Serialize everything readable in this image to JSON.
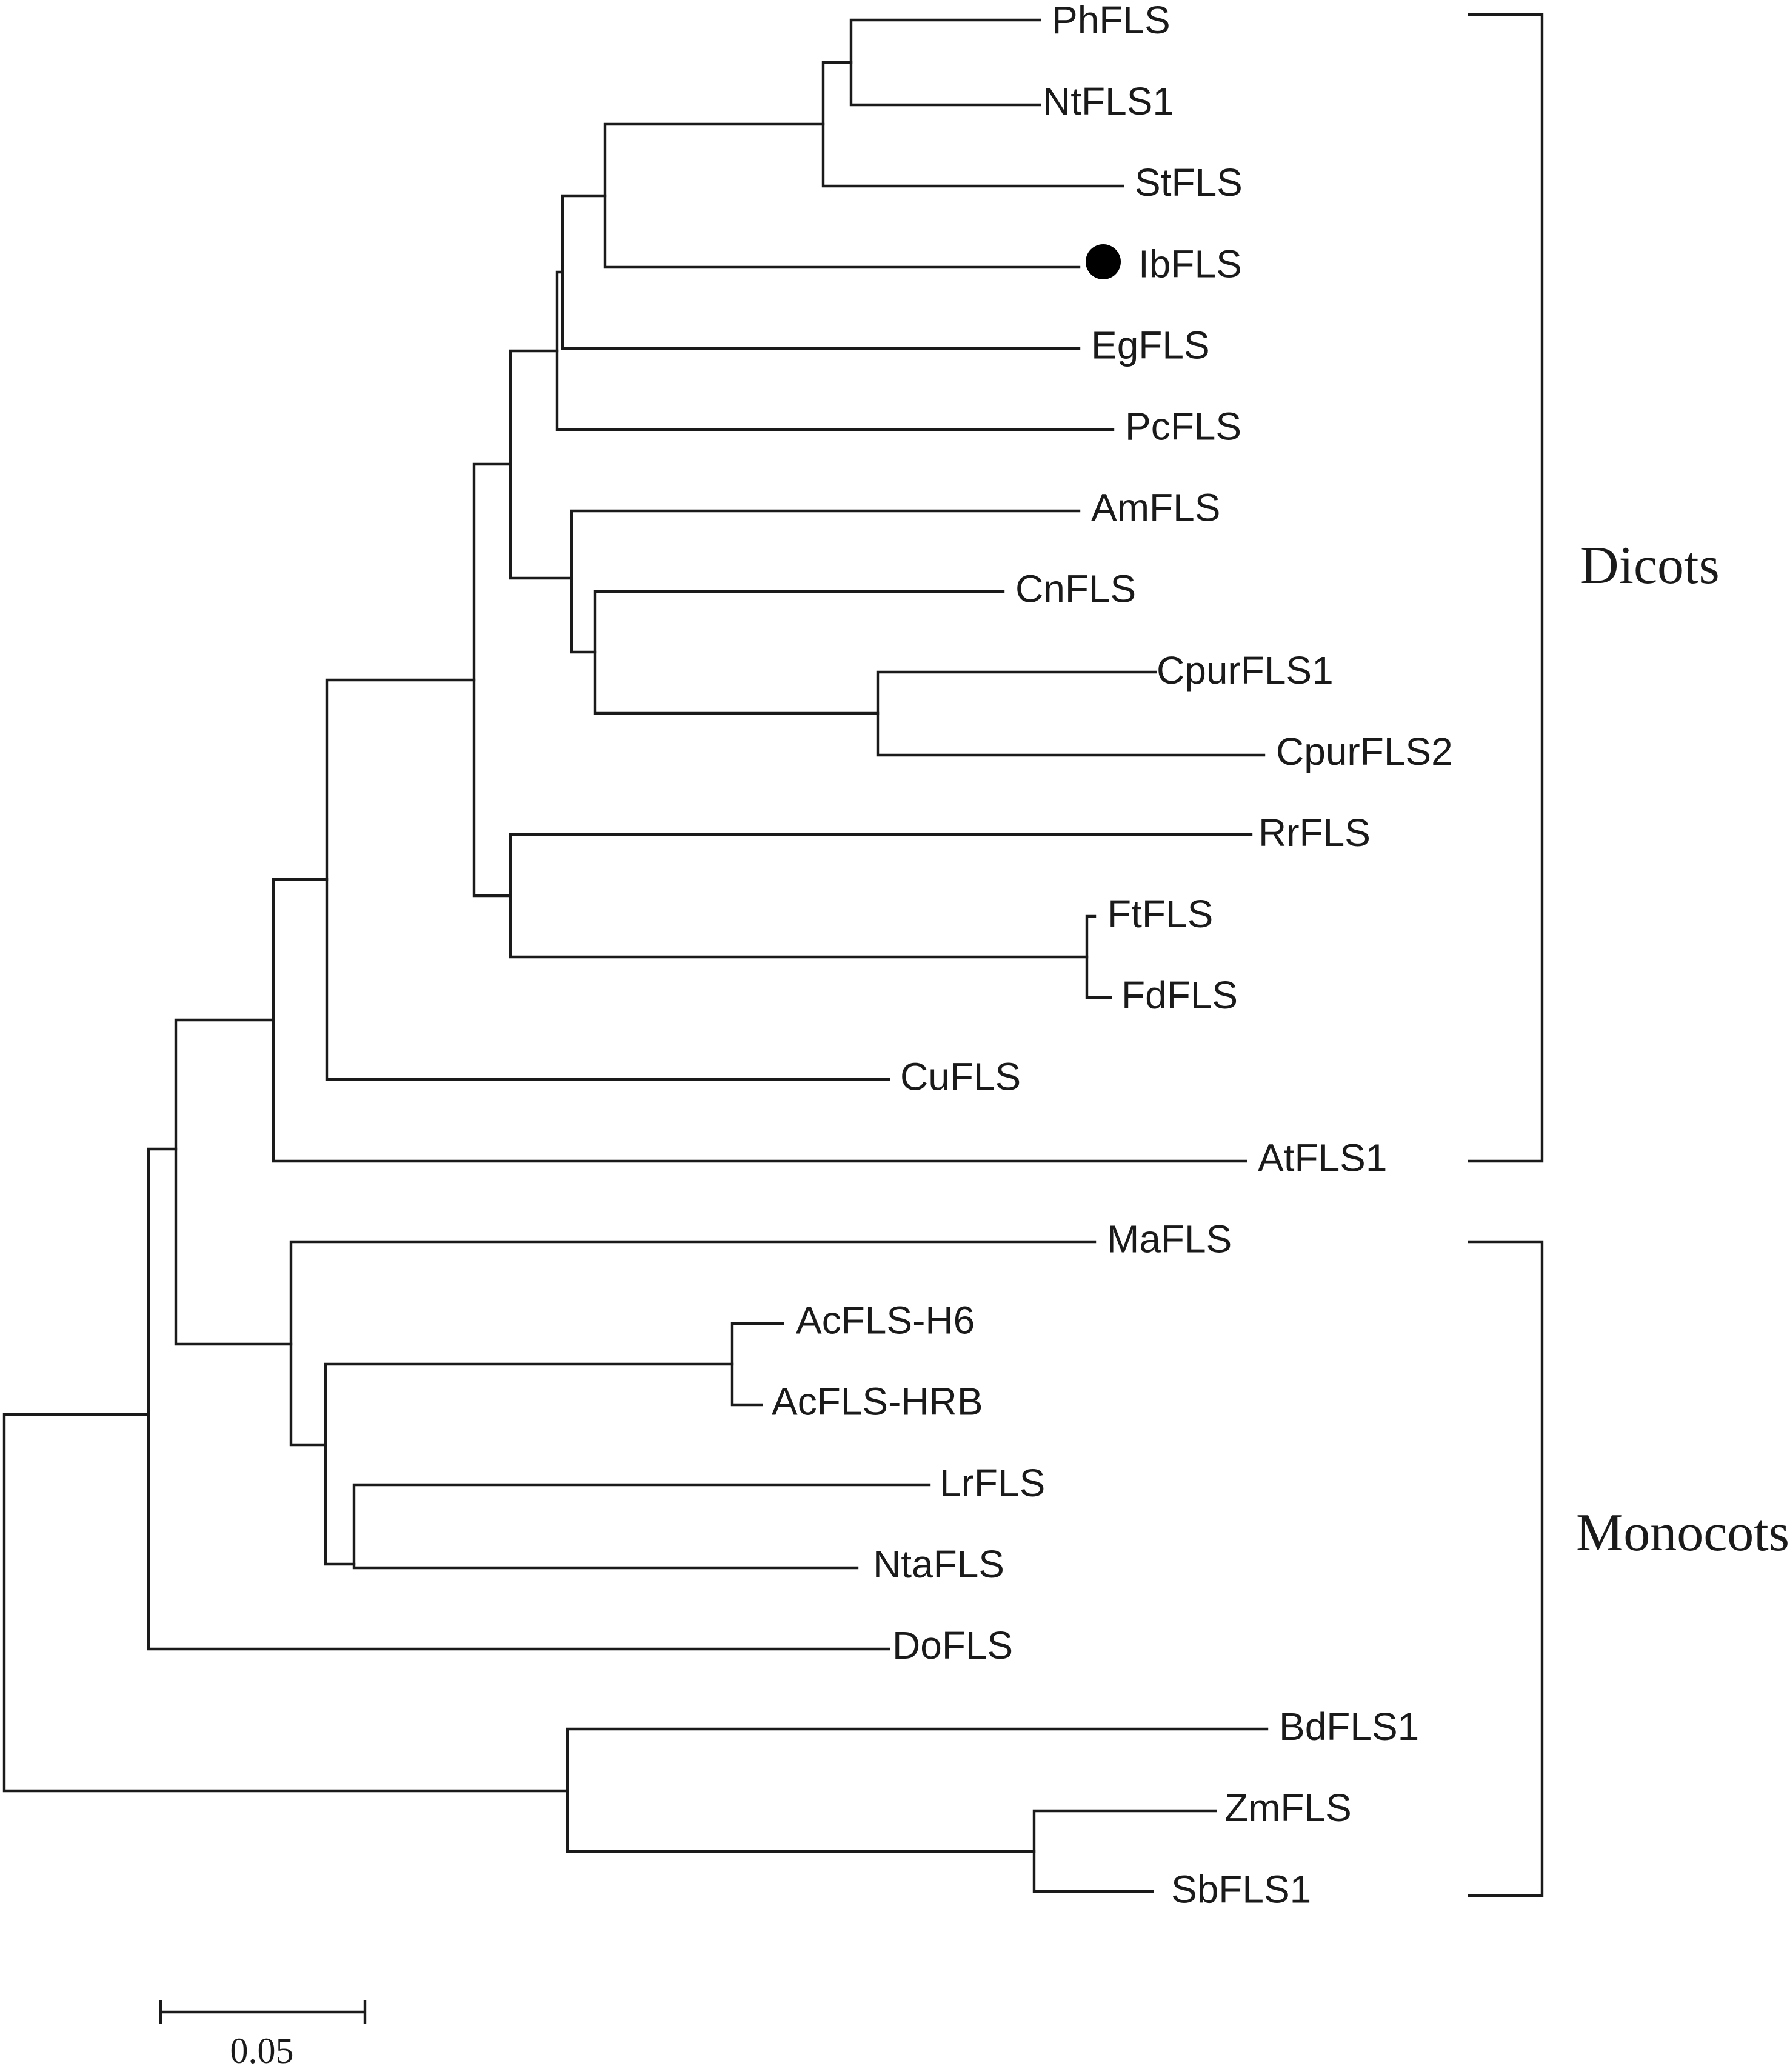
{
  "taxa": [
    "PhFLS",
    "NtFLS1",
    "StFLS",
    "IbFLS",
    "EgFLS",
    "PcFLS",
    "AmFLS",
    "CnFLS",
    "CpurFLS1",
    "CpurFLS2",
    "RrFLS",
    "FtFLS",
    "FdFLS",
    "CuFLS",
    "AtFLS1",
    "MaFLS",
    "AcFLS-H6",
    "AcFLS-HRB",
    "LrFLS",
    "NtaFLS",
    "DoFLS",
    "BdFLS1",
    "ZmFLS",
    "SbFLS1"
  ],
  "groups": {
    "dicots": "Dicots",
    "monocots": "Monocots"
  },
  "highlighted_taxon": "IbFLS",
  "highlight_marker": "filled-circle",
  "scale_bar": {
    "label": "0.05",
    "value": 0.05
  },
  "colors": {
    "line": "#1a1a1a",
    "background": "#ffffff"
  }
}
